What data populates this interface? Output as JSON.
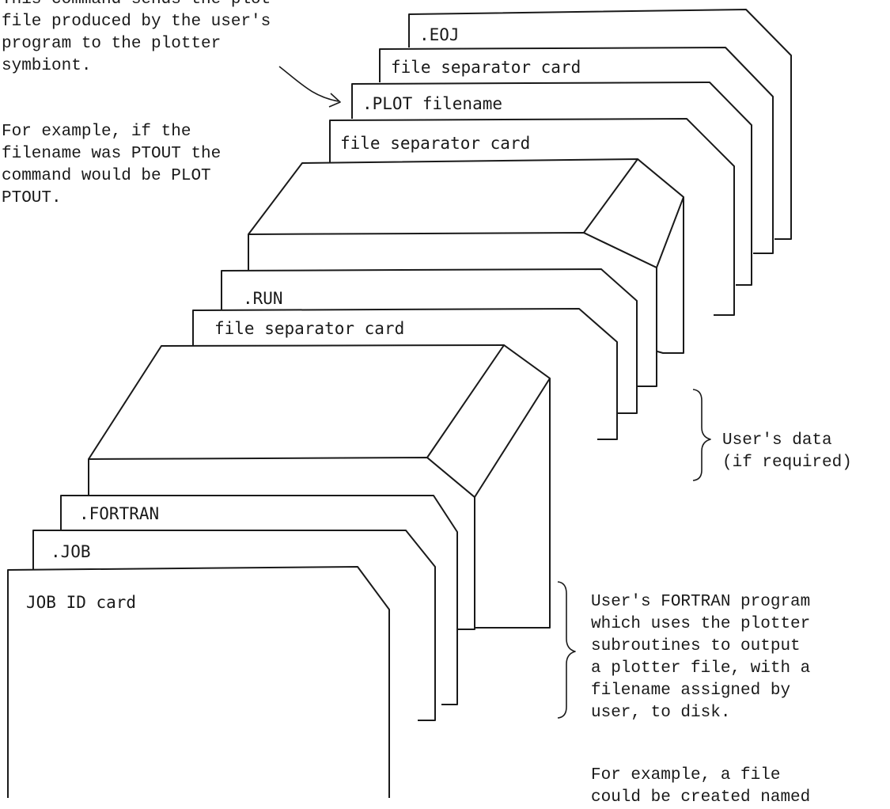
{
  "notes": {
    "plot_command": "This command sends the plot\nfile produced by the user's\nprogram to the plotter\nsymbiont.",
    "plot_example": "For example, if the\nfilename was PTOUT the\ncommand would be PLOT\nPTOUT.",
    "users_data": "User's data\n(if required)",
    "fortran_program": "User's FORTRAN program\nwhich uses the plotter\nsubroutines to output\na plotter file, with a\nfilename assigned by\nuser, to disk.",
    "fortran_example": "For example, a file\ncould be created named"
  },
  "cards": {
    "eoj": ".EOJ",
    "separator_3": "file separator card",
    "plot": ".PLOT filename",
    "separator_2": "file separator card",
    "run": ".RUN",
    "separator_1": "file separator card",
    "fortran": ".FORTRAN",
    "job": ".JOB",
    "job_id": "JOB ID card"
  }
}
